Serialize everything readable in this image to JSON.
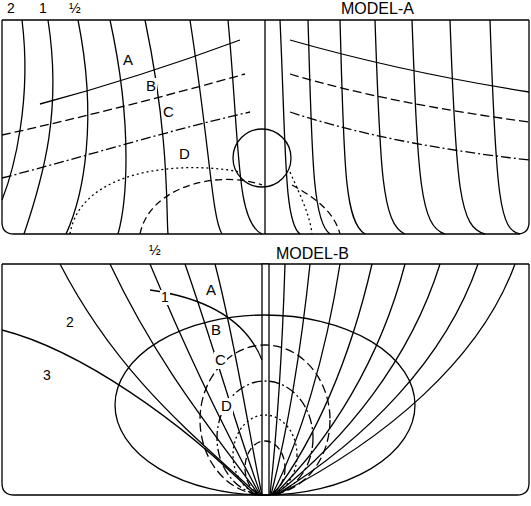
{
  "diagram": {
    "labels": [
      "MODEL-A",
      "2",
      "1",
      "½",
      "A",
      "B",
      "C",
      "D",
      "MODEL-B",
      "½",
      "1",
      "2",
      "3",
      "A",
      "B",
      "C",
      "D"
    ]
  }
}
